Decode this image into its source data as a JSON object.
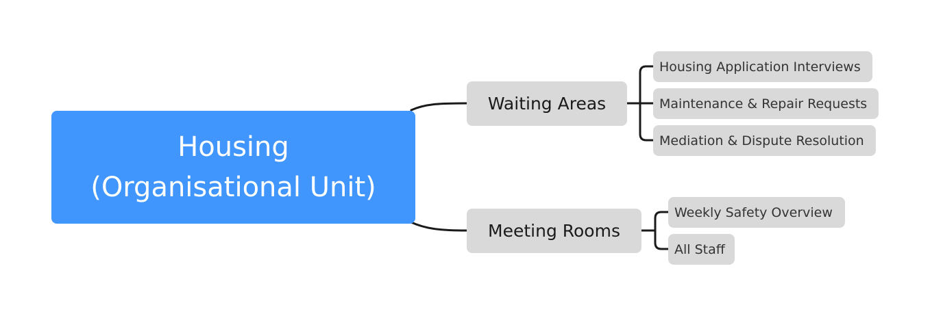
{
  "diagram": {
    "type": "mind-map",
    "colors": {
      "root_fill": "#4196fd",
      "root_text": "#ffffff",
      "node_fill": "#d9d9d9",
      "node_text": "#1a1a1a",
      "connector": "#1a1a1a"
    },
    "root": {
      "line1": "Housing",
      "line2": "(Organisational Unit)"
    },
    "branches": [
      {
        "label": "Waiting Areas",
        "children": [
          "Housing Application Interviews",
          "Maintenance & Repair Requests",
          "Mediation & Dispute Resolution"
        ]
      },
      {
        "label": "Meeting Rooms",
        "children": [
          "Weekly Safety Overview",
          "All Staff"
        ]
      }
    ]
  }
}
